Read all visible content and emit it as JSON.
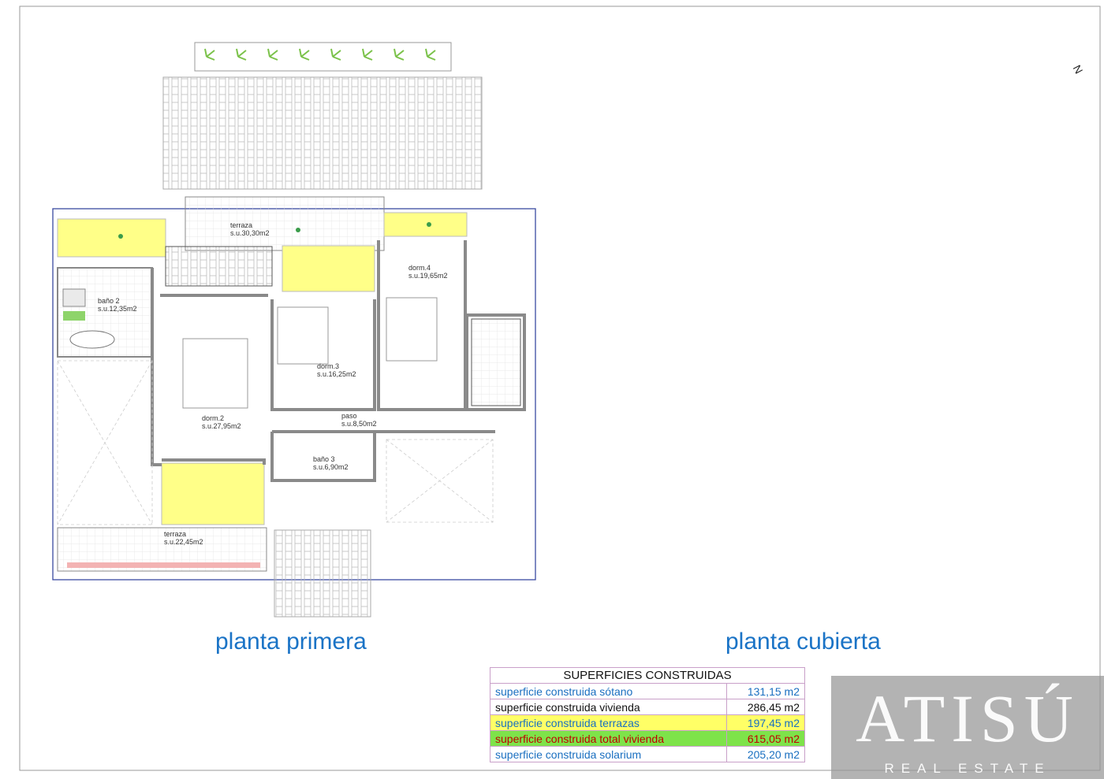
{
  "plans": {
    "primera": {
      "title": "planta primera",
      "rooms": [
        {
          "name": "terraza",
          "area": "s.u.30,30m2"
        },
        {
          "name": "dorm.4",
          "area": "s.u.19,65m2"
        },
        {
          "name": "baño 2",
          "area": "s.u.12,35m2"
        },
        {
          "name": "dorm.3",
          "area": "s.u.16,25m2"
        },
        {
          "name": "dorm.2",
          "area": "s.u.27,95m2"
        },
        {
          "name": "paso",
          "area": "s.u.8,50m2"
        },
        {
          "name": "baño 3",
          "area": "s.u.6,90m2"
        },
        {
          "name": "terraza",
          "area": "s.u.22,45m2"
        }
      ]
    },
    "cubierta": {
      "title": "planta cubierta"
    }
  },
  "compass": {
    "label": "N"
  },
  "surfaces_table": {
    "header": "SUPERFICIES CONSTRUIDAS",
    "rows": [
      {
        "label": "superficie construida sótano",
        "value": "131,15 m2"
      },
      {
        "label": "superficie construida vivienda",
        "value": "286,45 m2"
      },
      {
        "label": "superficie construida terrazas",
        "value": "197,45 m2"
      },
      {
        "label": "superficie construida total vivienda",
        "value": "615,05 m2"
      },
      {
        "label": "superficie construida solarium",
        "value": "205,20 m2"
      }
    ]
  },
  "brand": {
    "name": "ATISÚ",
    "tagline": "REAL ESTATE"
  },
  "colors": {
    "wall": "#8a8a8a",
    "wall_accent": "#3c9c3c",
    "terrace_fill": "#ffff88",
    "window": "#3a4aa0",
    "pool": "#2fa6d8",
    "deck": "#e9b98a",
    "title_blue": "#1a73c6",
    "compass_arc": "#f2ea1a"
  }
}
